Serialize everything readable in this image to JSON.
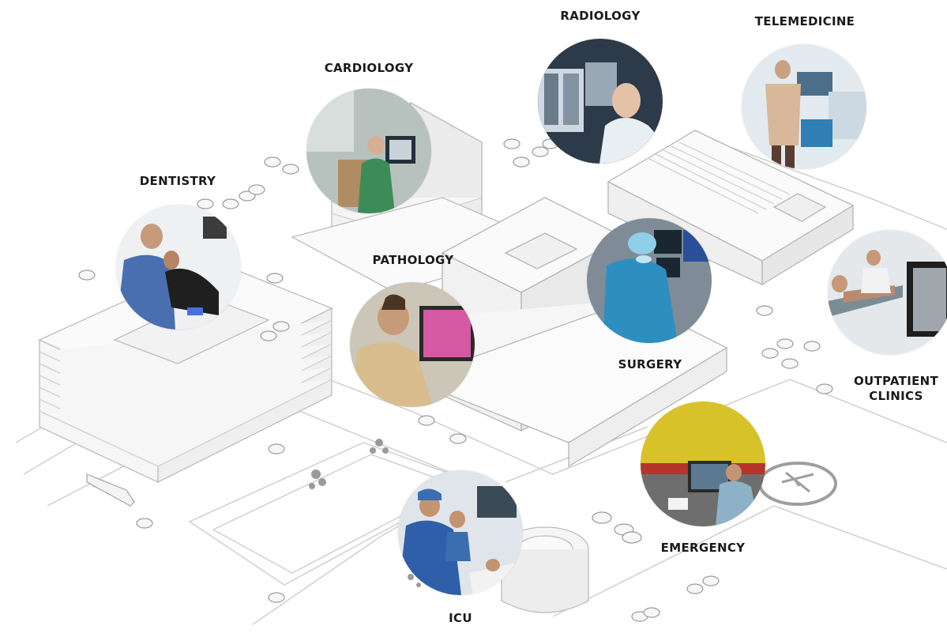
{
  "departments": {
    "radiology": {
      "label": "RADIOLOGY"
    },
    "telemedicine": {
      "label": "TELEMEDICINE"
    },
    "cardiology": {
      "label": "CARDIOLOGY"
    },
    "dentistry": {
      "label": "DENTISTRY"
    },
    "pathology": {
      "label": "PATHOLOGY"
    },
    "surgery": {
      "label": "SURGERY"
    },
    "outpatient": {
      "label": "OUTPATIENT\nCLINICS"
    },
    "emergency": {
      "label": "EMERGENCY"
    },
    "icu": {
      "label": "ICU"
    }
  }
}
